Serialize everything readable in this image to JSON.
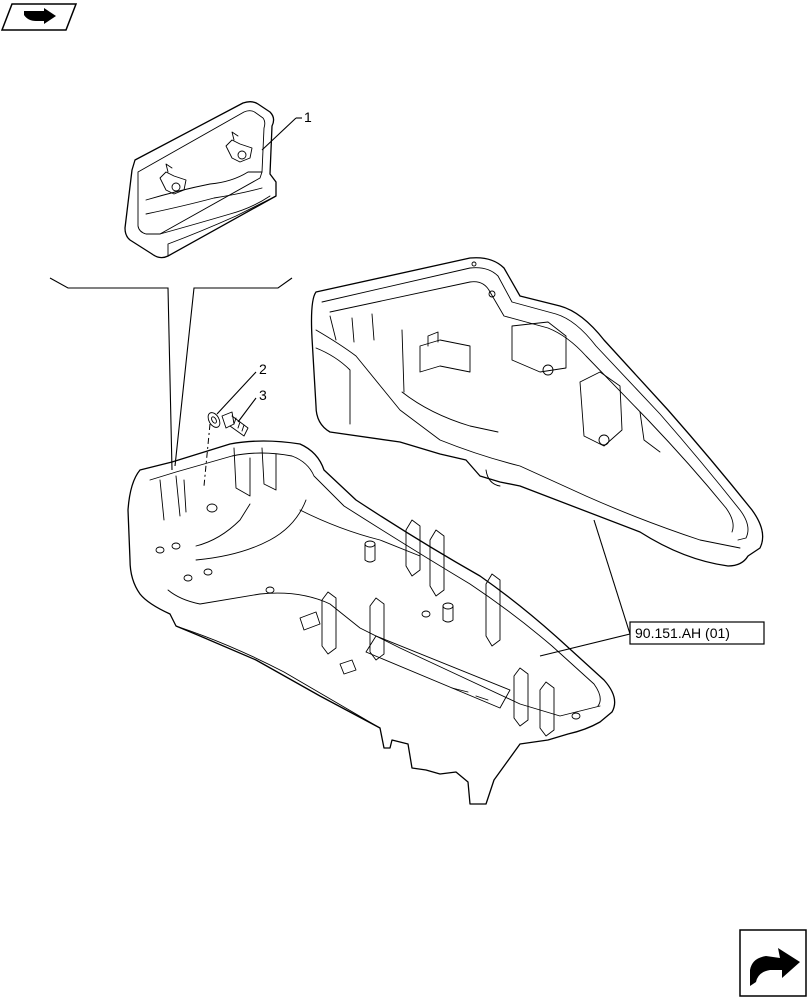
{
  "callouts": {
    "item_1": "1",
    "item_2": "2",
    "item_3": "3"
  },
  "reference_box": {
    "label": "90.151.AH (01)"
  },
  "icons": {
    "top_left": "prev-page-arrow-icon",
    "bottom_right": "next-page-arrow-icon"
  }
}
